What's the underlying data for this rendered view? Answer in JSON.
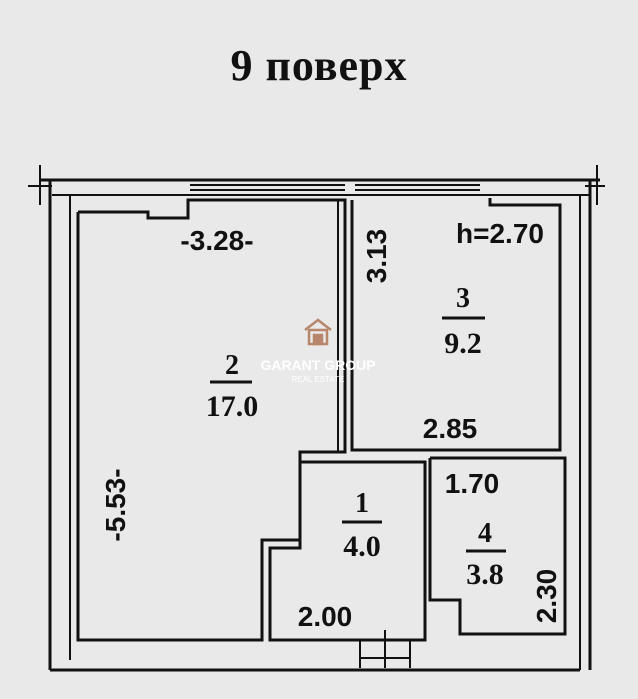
{
  "title": "9 поверх",
  "rooms": [
    {
      "number": "2",
      "area": "17.0"
    },
    {
      "number": "3",
      "area": "9.2"
    },
    {
      "number": "1",
      "area": "4.0"
    },
    {
      "number": "4",
      "area": "3.8"
    }
  ],
  "dimensions": {
    "room2_width": "-3.28-",
    "room2_length": "-5.53-",
    "room3_length": "3.13",
    "ceiling_height": "h=2.70",
    "room3_width": "2.85",
    "room1_width": "2.00",
    "room4_width": "1.70",
    "room4_length": "2.30"
  },
  "watermark": {
    "brand": "GARANT GROUP",
    "sub": "REAL ESTATE"
  },
  "colors": {
    "background": "#e9e9e9",
    "lines": "#111111",
    "watermark_icon": "#b8866a"
  }
}
